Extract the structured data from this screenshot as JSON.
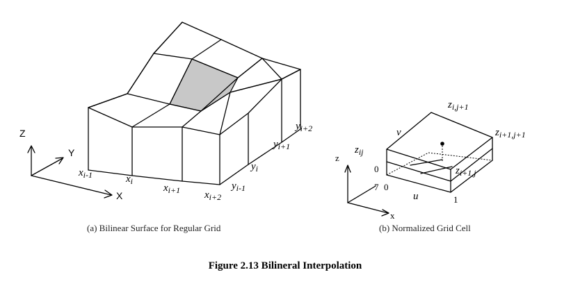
{
  "panel_a": {
    "caption": "(a) Bilinear Surface for Regular Grid",
    "axes": {
      "z": "Z",
      "y": "Y",
      "x": "X"
    },
    "x_labels": [
      "x",
      "x",
      "x",
      "x"
    ],
    "x_subs": [
      "i-1",
      "i",
      "i+1",
      "i+2"
    ],
    "y_labels": [
      "y",
      "y",
      "y",
      "y"
    ],
    "y_subs": [
      "i-1",
      "i",
      "i+1",
      "i+2"
    ]
  },
  "panel_b": {
    "caption": "(b) Normalized Grid Cell",
    "axes": {
      "z": "z",
      "x": "x"
    },
    "corner_labels": {
      "zij": "z",
      "zij_sub": "ij",
      "zij1": "z",
      "zij1_sub": "i,j+1",
      "zi1j1": "z",
      "zi1j1_sub": "i+1,j+1",
      "zi1j": "z",
      "zi1j_sub": "i+1,j"
    },
    "param_u": "u",
    "param_v": "v",
    "zero_top": "0",
    "zero_bottom": "0",
    "one": "1",
    "seven": "7"
  },
  "figure_title": "Figure 2.13  Bilineral Interpolation"
}
